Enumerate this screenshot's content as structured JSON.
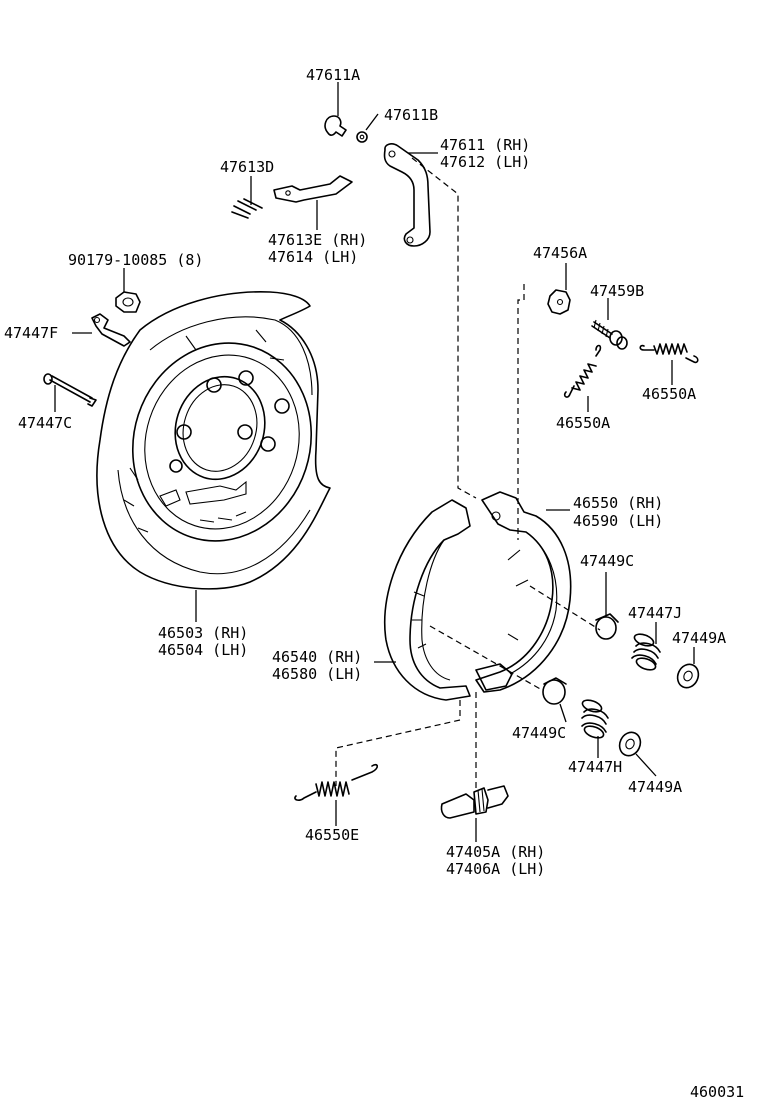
{
  "labels": {
    "p47611A": "47611A",
    "p47611B": "47611B",
    "p47611_rh": "47611 (RH)",
    "p47612_lh": "47612 (LH)",
    "p47613D": "47613D",
    "p47613E_rh": "47613E (RH)",
    "p47614_lh": "47614  (LH)",
    "p90179": "90179-10085 (8)",
    "p47447F": "47447F",
    "p47447C": "47447C",
    "p47456A": "47456A",
    "p47459B": "47459B",
    "p46550A_right": "46550A",
    "p46550A_left": "46550A",
    "p46550_rh": "46550 (RH)",
    "p46590_lh": "46590 (LH)",
    "p47449C_upper": "47449C",
    "p47447J": "47447J",
    "p47449A_upper": "47449A",
    "p46503_rh": "46503 (RH)",
    "p46504_lh": "46504 (LH)",
    "p46540_rh": "46540 (RH)",
    "p46580_lh": "46580 (LH)",
    "p47449C_lower": "47449C",
    "p47447H": "47447H",
    "p47449A_lower": "47449A",
    "p46550E": "46550E",
    "p47405A_rh": "47405A (RH)",
    "p47406A_lh": "47406A (LH)",
    "figure_code": "460031"
  }
}
